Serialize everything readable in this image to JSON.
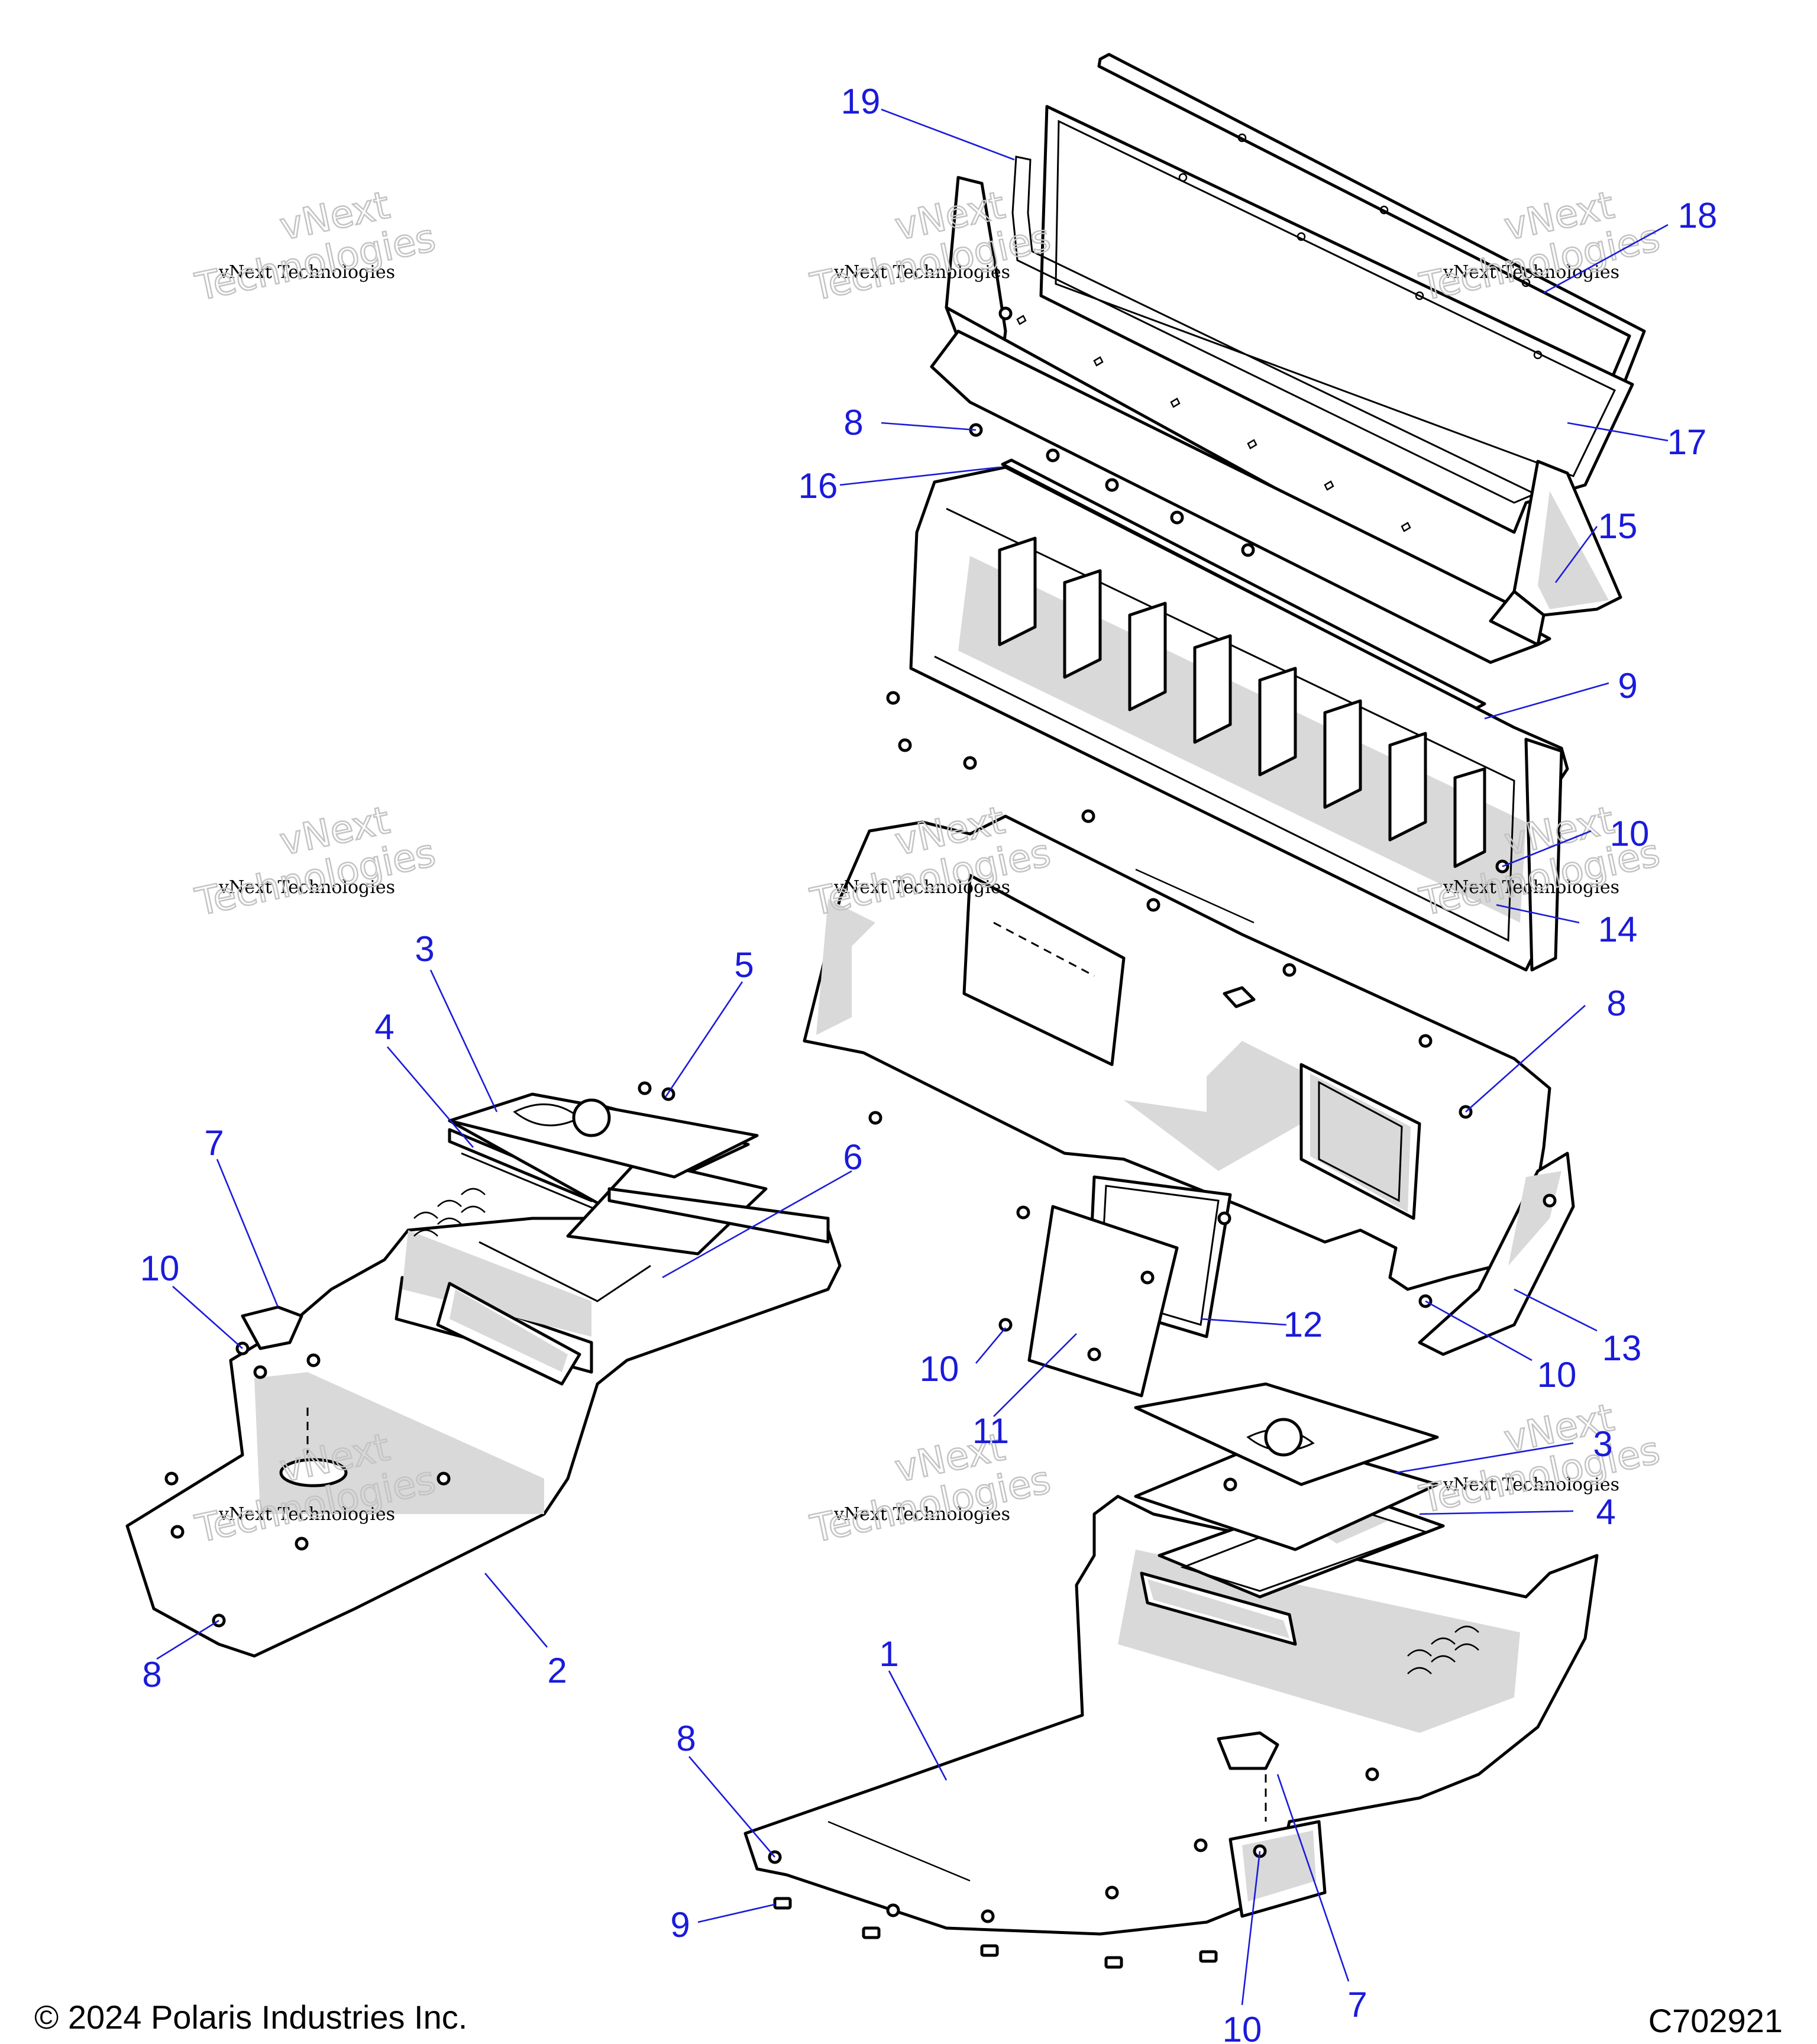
{
  "footer": {
    "copyright": "© 2024 Polaris Industries Inc.",
    "drawing_number": "C702921"
  },
  "watermark": {
    "line1": "vNext",
    "line2": "vNext Technologies",
    "line3": "Technologies"
  },
  "callouts": [
    "19",
    "18",
    "8",
    "17",
    "16",
    "15",
    "9",
    "10",
    "14",
    "8",
    "3",
    "5",
    "4",
    "7",
    "6",
    "10",
    "12",
    "13",
    "10",
    "10",
    "11",
    "3",
    "4",
    "8",
    "2",
    "1",
    "8",
    "9",
    "7",
    "10"
  ],
  "colors": {
    "callout": "#1a1adb",
    "line": "#000000",
    "shade": "#d9d9d9",
    "watermark_outline": "#c4c4c4"
  }
}
